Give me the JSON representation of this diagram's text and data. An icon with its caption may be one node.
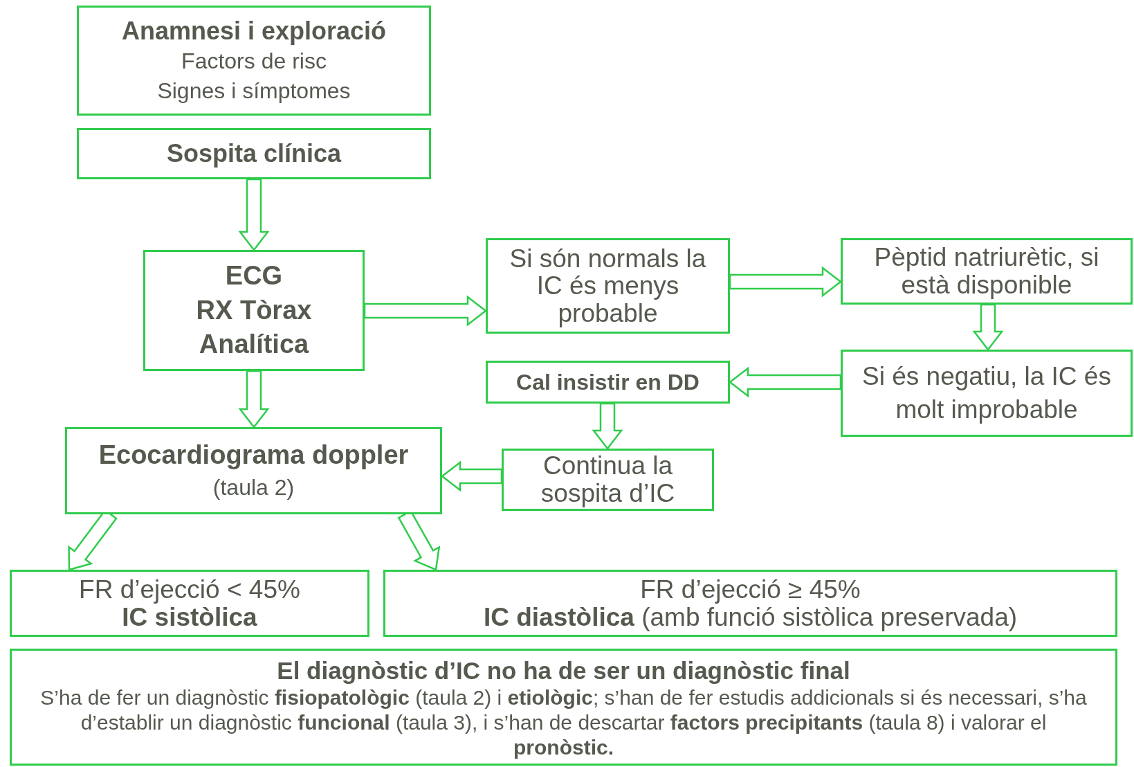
{
  "diagram": {
    "nodes": [
      {
        "text": [
          "Anamnesi i exploració",
          "Factors de risc",
          "Signes i símptomes"
        ]
      },
      {
        "text": [
          "Sospita clínica"
        ]
      },
      {
        "text": [
          "ECG",
          "RX Tòrax",
          "Analítica"
        ]
      },
      {
        "text": [
          "Si són normals la IC és menys probable"
        ]
      },
      {
        "text": [
          "Pèptid natriurètic, si està disponible"
        ]
      },
      {
        "text": [
          "Si és negatiu, la IC és molt improbable"
        ]
      },
      {
        "text": [
          "Cal insistir en DD"
        ]
      },
      {
        "text": [
          "Continua la sospita d’IC"
        ]
      },
      {
        "text": [
          "Ecocardiograma doppler",
          "(taula 2)"
        ]
      },
      {
        "text": [
          "FR d’ejecció < 45%",
          "IC sistòlica"
        ]
      },
      {
        "text": [
          "FR d’ejecció ≥ 45%",
          "**IC diastòlica** (amb funció sistòlica preservada)"
        ]
      },
      {
        "text": [
          "El diagnòstic d’IC no ha de ser un diagnòstic final",
          "S’ha de fer un diagnòstic **fisiopatològic** (taula 2) i **etiològic**; s’han de fer estudis addicionals si és necessari, s’ha d’establir un diagnòstic **funcional** (taula 3), i s’han de descartar **factors precipitants** (taula 8) i valorar el **pronòstic.**"
        ]
      }
    ],
    "edges": [
      {
        "from": 1,
        "to": 2,
        "arrow": "to"
      },
      {
        "from": 2,
        "to": 3,
        "arrow": "to"
      },
      {
        "from": 3,
        "to": 4,
        "arrow": "to"
      },
      {
        "from": 4,
        "to": 5,
        "arrow": "to"
      },
      {
        "from": 5,
        "to": 6,
        "arrow": "to"
      },
      {
        "from": 6,
        "to": 7,
        "arrow": "to"
      },
      {
        "from": 7,
        "to": 8,
        "arrow": "to"
      },
      {
        "from": 2,
        "to": 8,
        "arrow": "to"
      },
      {
        "from": 8,
        "to": 9,
        "arrow": "to"
      },
      {
        "from": 8,
        "to": 10,
        "arrow": "to"
      }
    ]
  }
}
